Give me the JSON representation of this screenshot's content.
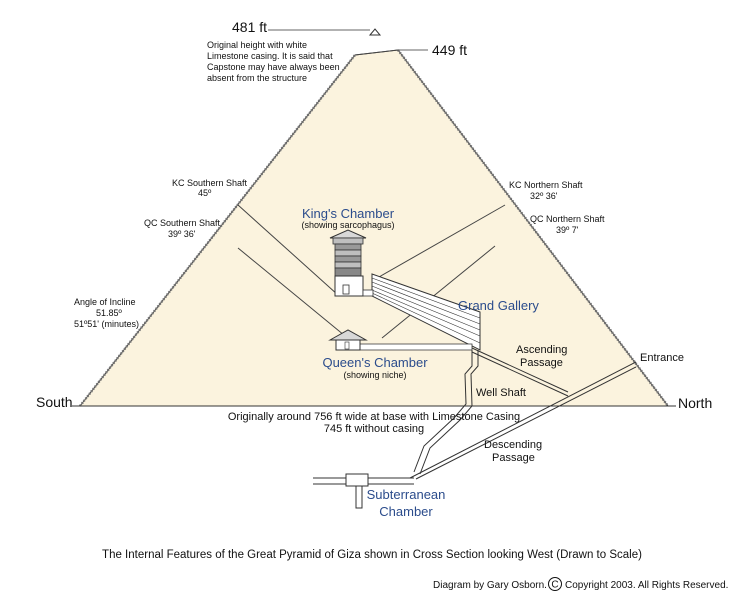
{
  "heights": {
    "original": "481 ft",
    "current": "449 ft",
    "note": [
      "Original height with white",
      "Limestone casing. It is said that",
      "Capstone may have always been",
      "absent from the structure"
    ]
  },
  "shafts": {
    "kc_southern": {
      "name": "KC Southern Shaft",
      "angle": "45º"
    },
    "qc_southern": {
      "name": "QC Southern Shaft",
      "angle": "39º 36'"
    },
    "kc_northern": {
      "name": "KC Northern Shaft",
      "angle": "32º 36'"
    },
    "qc_northern": {
      "name": "QC Northern Shaft",
      "angle": "39º 7'"
    }
  },
  "incline": {
    "title": "Angle of Incline",
    "degrees": "51.85º",
    "minutes": "51º51' (minutes)"
  },
  "chambers": {
    "kings": {
      "name": "King's Chamber",
      "note": "(showing sarcophagus)"
    },
    "queens": {
      "name": "Queen's Chamber",
      "note": "(showing niche)"
    },
    "subterranean": {
      "line1": "Subterranean",
      "line2": "Chamber"
    }
  },
  "features": {
    "grand_gallery": "Grand Gallery",
    "ascending_1": "Ascending",
    "ascending_2": "Passage",
    "entrance": "Entrance",
    "well_shaft": "Well Shaft",
    "descending_1": "Descending",
    "descending_2": "Passage"
  },
  "directions": {
    "south": "South",
    "north": "North"
  },
  "base": {
    "line1": "Originally around 756 ft wide at base with Limestone Casing",
    "line2": "745 ft without casing"
  },
  "caption": "The Internal Features of the Great Pyramid of Giza shown in Cross Section looking West (Drawn to Scale)",
  "credit": {
    "prefix": "Diagram by Gary Osborn.",
    "symbol": "C",
    "suffix": "Copyright 2003. All Rights Reserved."
  },
  "colors": {
    "pyramid_fill": "#fbf3de",
    "stroke": "#333333",
    "chamber_blue": "#2b4c8c"
  }
}
